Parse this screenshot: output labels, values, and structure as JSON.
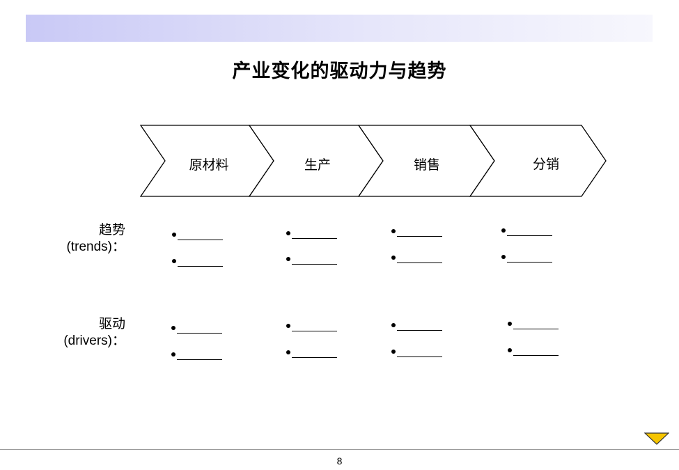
{
  "title": "产业变化的驱动力与趋势",
  "stages": [
    "原材料",
    "生产",
    "销售",
    "分销"
  ],
  "rows": [
    {
      "label_cn": "趋势",
      "label_en": "(trends)："
    },
    {
      "label_cn": "驱动",
      "label_en": "(drivers)："
    }
  ],
  "footer": {
    "page_number": "8"
  },
  "colors": {
    "header_bar_start": "#c9c9f6",
    "header_bar_end": "#f7f7fd",
    "nav_arrow_fill": "#f5c400",
    "rule": "#9a9a9a"
  },
  "icons": {
    "nav": "triangle-down-icon"
  }
}
